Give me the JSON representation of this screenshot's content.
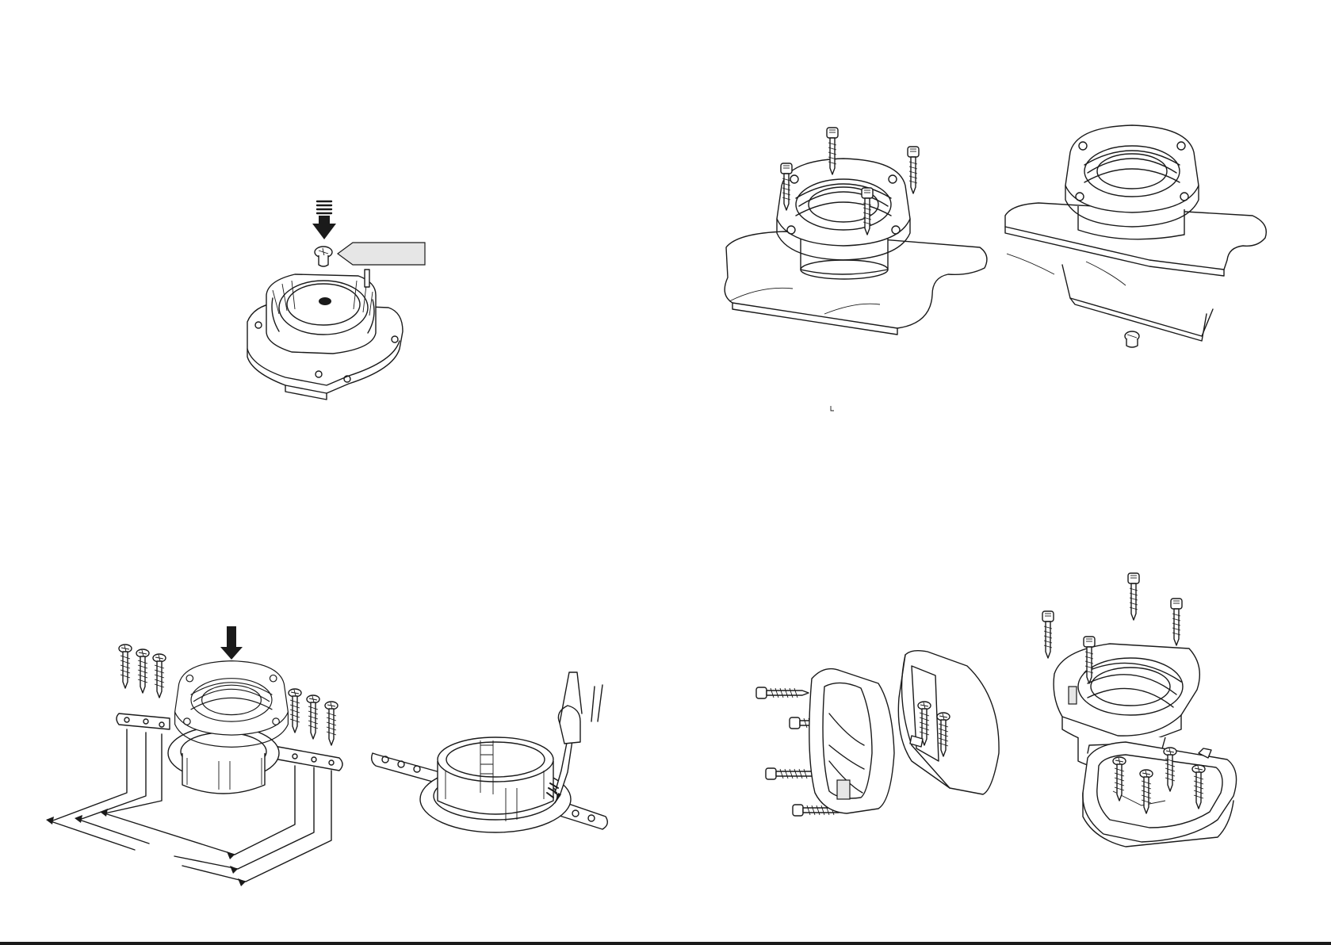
{
  "figure": {
    "panels": [
      {
        "id": "tweeter-mount-cap",
        "callout": ""
      },
      {
        "id": "flange-screw-mount",
        "callout": ""
      },
      {
        "id": "bracket-mount",
        "callout": ""
      },
      {
        "id": "snap-ring-mount",
        "callout": ""
      },
      {
        "id": "ring-removal",
        "callout": ""
      },
      {
        "id": "surface-housing-side",
        "callout": ""
      },
      {
        "id": "surface-housing-top",
        "callout": ""
      }
    ],
    "colors": {
      "line": "#1a1a1a",
      "background": "#ffffff",
      "callout_fill": "#e6e6e6"
    }
  }
}
